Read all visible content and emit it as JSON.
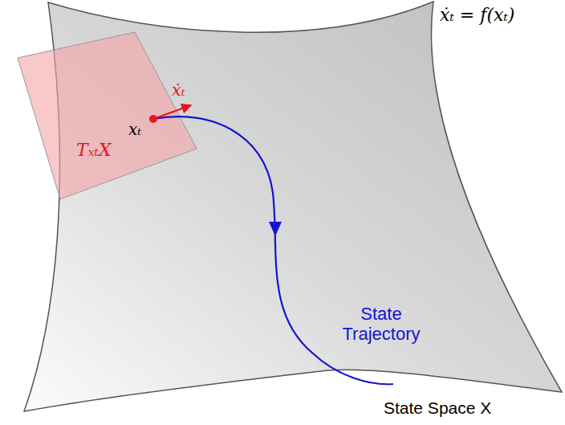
{
  "diagram": {
    "labels": [
      "ẋₜ = f(xₜ)",
      "ẋₜ",
      "xₜ",
      "TₓₜX",
      "State Trajectory",
      "State Space X"
    ]
  }
}
